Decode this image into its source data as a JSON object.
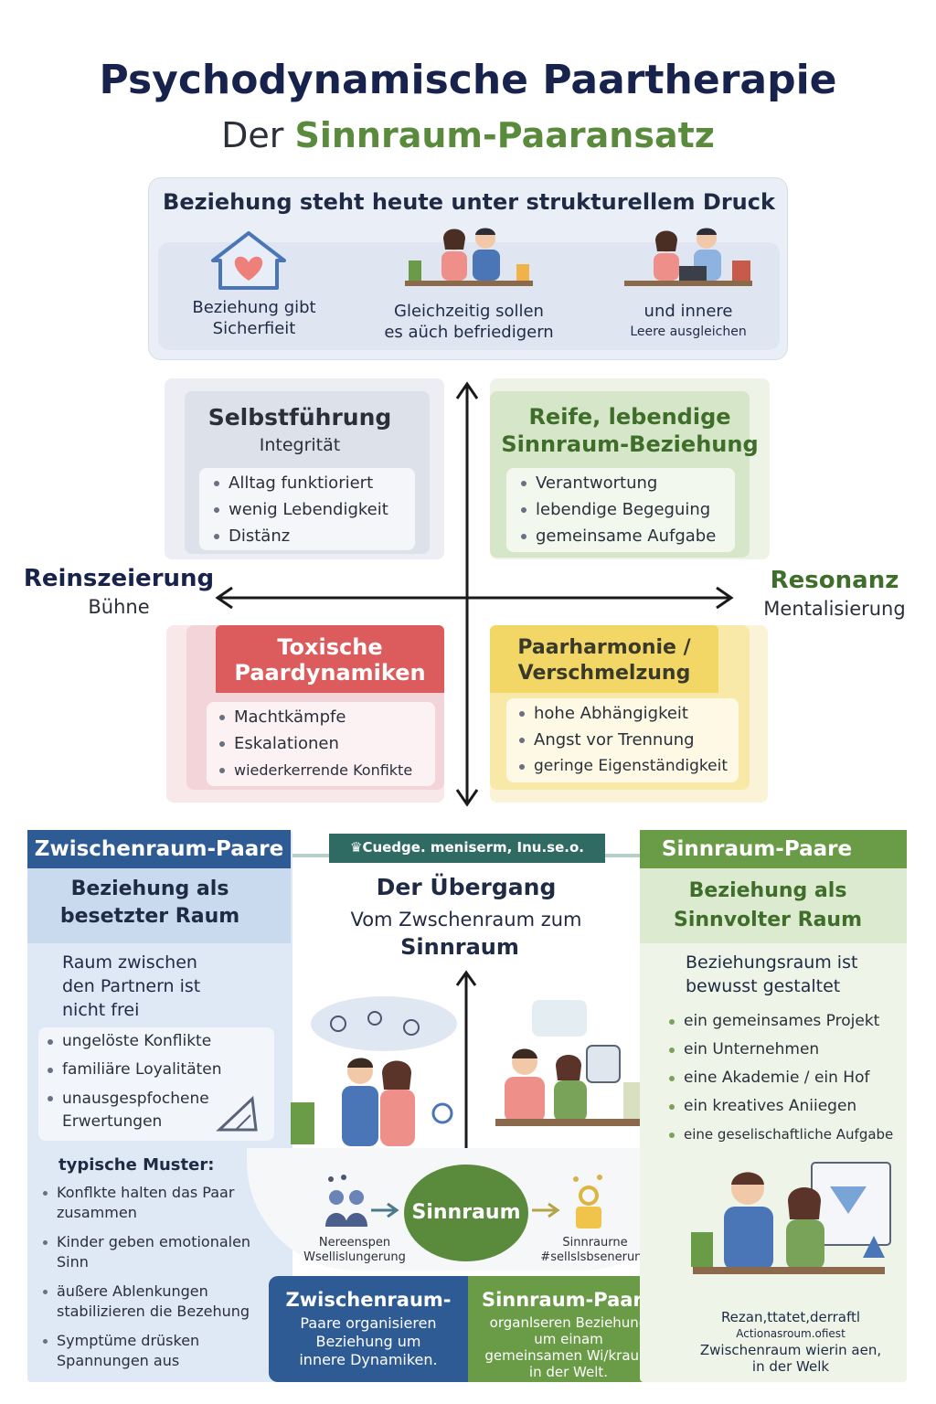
{
  "title": "Psychodynamische Paartherapie",
  "subtitle": {
    "prefix": "Der",
    "highlight": "Sinnraum-Paaransatz"
  },
  "pressure": {
    "title": "Beziehung steht heute unter strukturellem Druck",
    "items": [
      {
        "line1": "Beziehung gibt",
        "line2": "Sicherfieit",
        "icon": "house-heart-icon"
      },
      {
        "line1": "Gleichzeitig sollen",
        "line2": "es aüch befriedigern",
        "icon": "couple-table-icon"
      },
      {
        "line1": "und innere",
        "line2": "Leere ausgleichen",
        "icon": "couple-laptop-icon"
      }
    ]
  },
  "quadrants": {
    "top_left": {
      "title": "Selbstführung",
      "subtitle": "Integrität",
      "items": [
        "Alltag funktioriert",
        "wenig Lebendigkeit",
        "Distänz"
      ]
    },
    "top_right": {
      "title_line1": "Reife, lebendige",
      "title_line2": "Sinnraum-Beziehung",
      "items": [
        "Verantwortung",
        "lebendige Begeguing",
        "gemeinsame Aufgabe"
      ]
    },
    "bottom_left": {
      "title_line1": "Toxische",
      "title_line2": "Paardynamiken",
      "items": [
        "Machtkämpfe",
        "Eskalationen",
        "wiederkerrende Konfikte"
      ]
    },
    "bottom_right": {
      "title_line1": "Paarharmonie /",
      "title_line2": "Verschmelzung",
      "items": [
        "hohe Abhängigkeit",
        "Angst vor Trennung",
        "geringe Eigenständigkeit"
      ]
    }
  },
  "axis": {
    "left": {
      "label": "Reinszeierung",
      "sub": "Bühne"
    },
    "right": {
      "label": "Resonanz",
      "sub": "Mentalisierung"
    }
  },
  "left_panel": {
    "header": "Zwischenraum-Paare",
    "heading_line1": "Beziehung als",
    "heading_line2": "besetzter Raum",
    "intro": [
      "Raum zwischen",
      "den Partnern ist",
      "nicht frei"
    ],
    "items": [
      "ungelöste Konflikte",
      "familiäre Loyalitäten",
      "unausgespfochene Erwertungen"
    ],
    "patterns_title": "typische Muster:",
    "patterns": [
      "Konflkte halten das Paar zusammen",
      "Kinder geben emotionalen Sinn",
      "äußere Ablenkungen stabilizieren die Bezehung",
      "Symptüme drüsken Spannungen aus"
    ]
  },
  "center_panel": {
    "banner": "♛Cuedge. meniserm, Inu.se.o.",
    "heading": "Der Übergang",
    "line": "Vom Zwschenraum zum",
    "bold": "Sinnraum",
    "flow_left_label": [
      "Nereenspen",
      "Wsellislungerung"
    ],
    "flow_center": "Sinnraum",
    "flow_right_label": [
      "Sinnraurne",
      "#sellslsbsenerung"
    ]
  },
  "right_panel": {
    "header": "Sinnraum-Paare",
    "heading_line1": "Beziehung als",
    "heading_line2": "Sinnvolter Raum",
    "intro": [
      "Beziehungsraum ist",
      "bewusst gestaltet"
    ],
    "items": [
      "ein gemeinsames Projekt",
      "ein Unternehmen",
      "eine Akademie / ein Hof",
      "ein kreatives Aniiegen",
      "eine geselischaftliche Aufgabe"
    ],
    "caption": [
      "Rezan,ttatet,derraftl",
      "Actionasroum.ofiest",
      "Zwischenraum wierin aen,",
      "in der Welk"
    ]
  },
  "summary": {
    "left_title": "Zwischenraum-",
    "left_text": [
      "Paare organisieren",
      "Beziehung um",
      "innere Dynamiken."
    ],
    "right_title": "Sinnraum-Paare",
    "right_text": [
      "organlseren Beziehung",
      "um einam",
      "gemeinsamen Wi/kraum",
      "in der Welt."
    ]
  },
  "colors": {
    "navy": "#17234d",
    "green": "#5a8a3c",
    "red": "#d9585a",
    "yellow": "#f3d766",
    "blue_panel": "#2f5b95",
    "green_panel": "#6a9b47"
  }
}
